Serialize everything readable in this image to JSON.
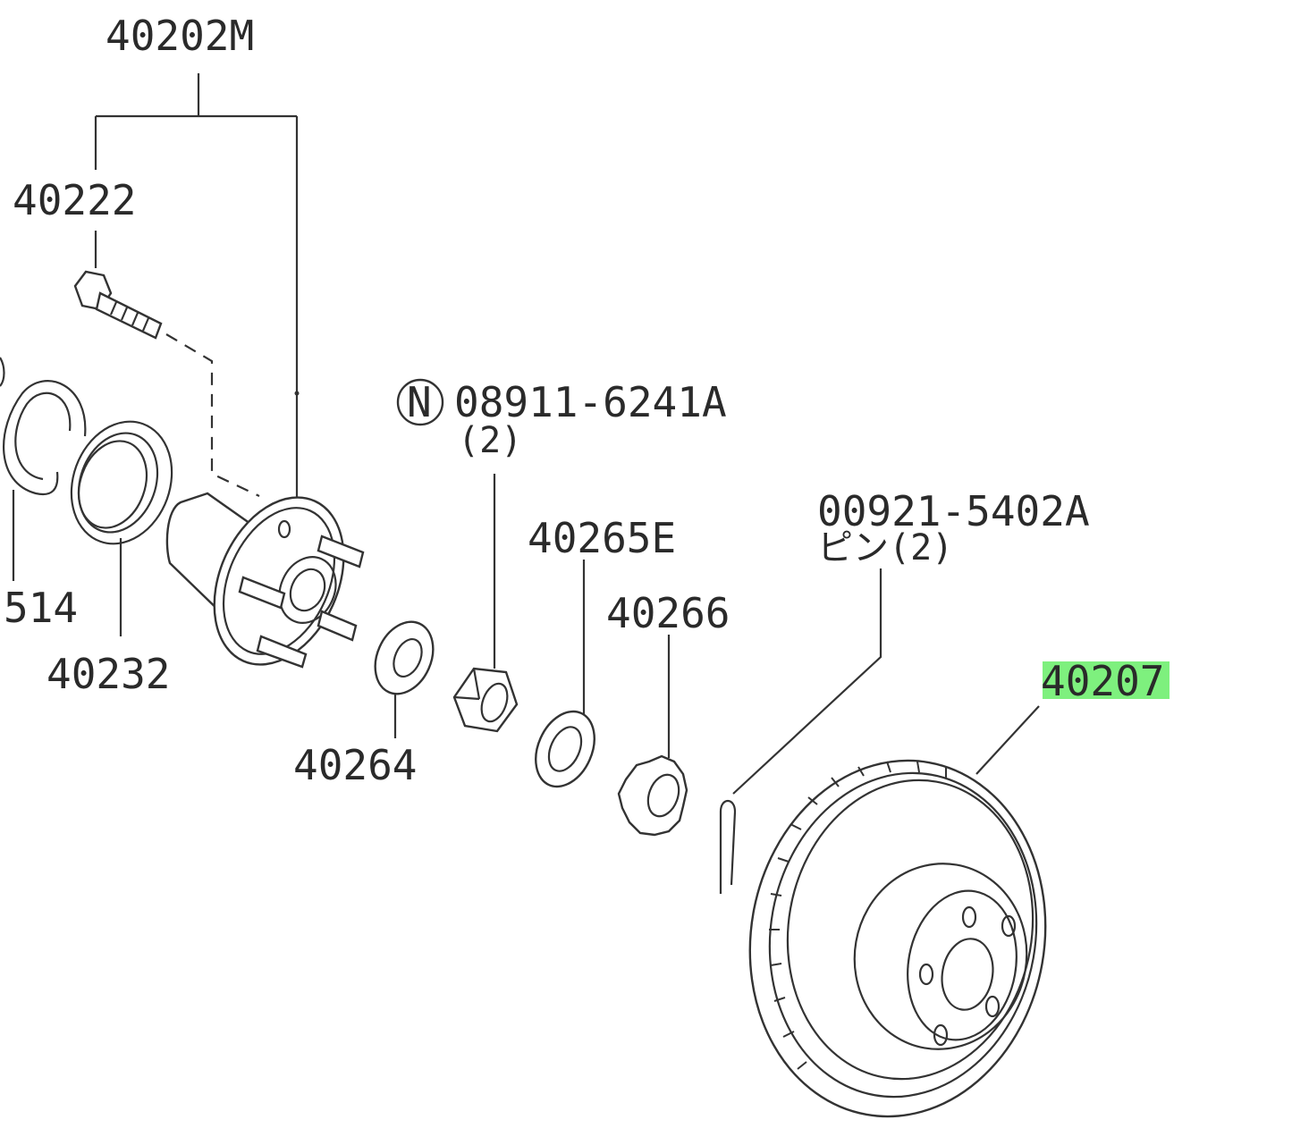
{
  "highlight_color": "#7ef07e",
  "labels": {
    "hub_assembly": "40202M",
    "hub_bolt": "40222",
    "snap_ring": "514",
    "seal": "40232",
    "washer": "40264",
    "nut": "08911-6241A",
    "nut_qty": "(2)",
    "circled_n": "N",
    "washer_e": "40265E",
    "lock_cap": "40266",
    "cotter_pin": "00921-5402A",
    "cotter_pin_desc": "ピン(2)",
    "rotor": "40207"
  }
}
